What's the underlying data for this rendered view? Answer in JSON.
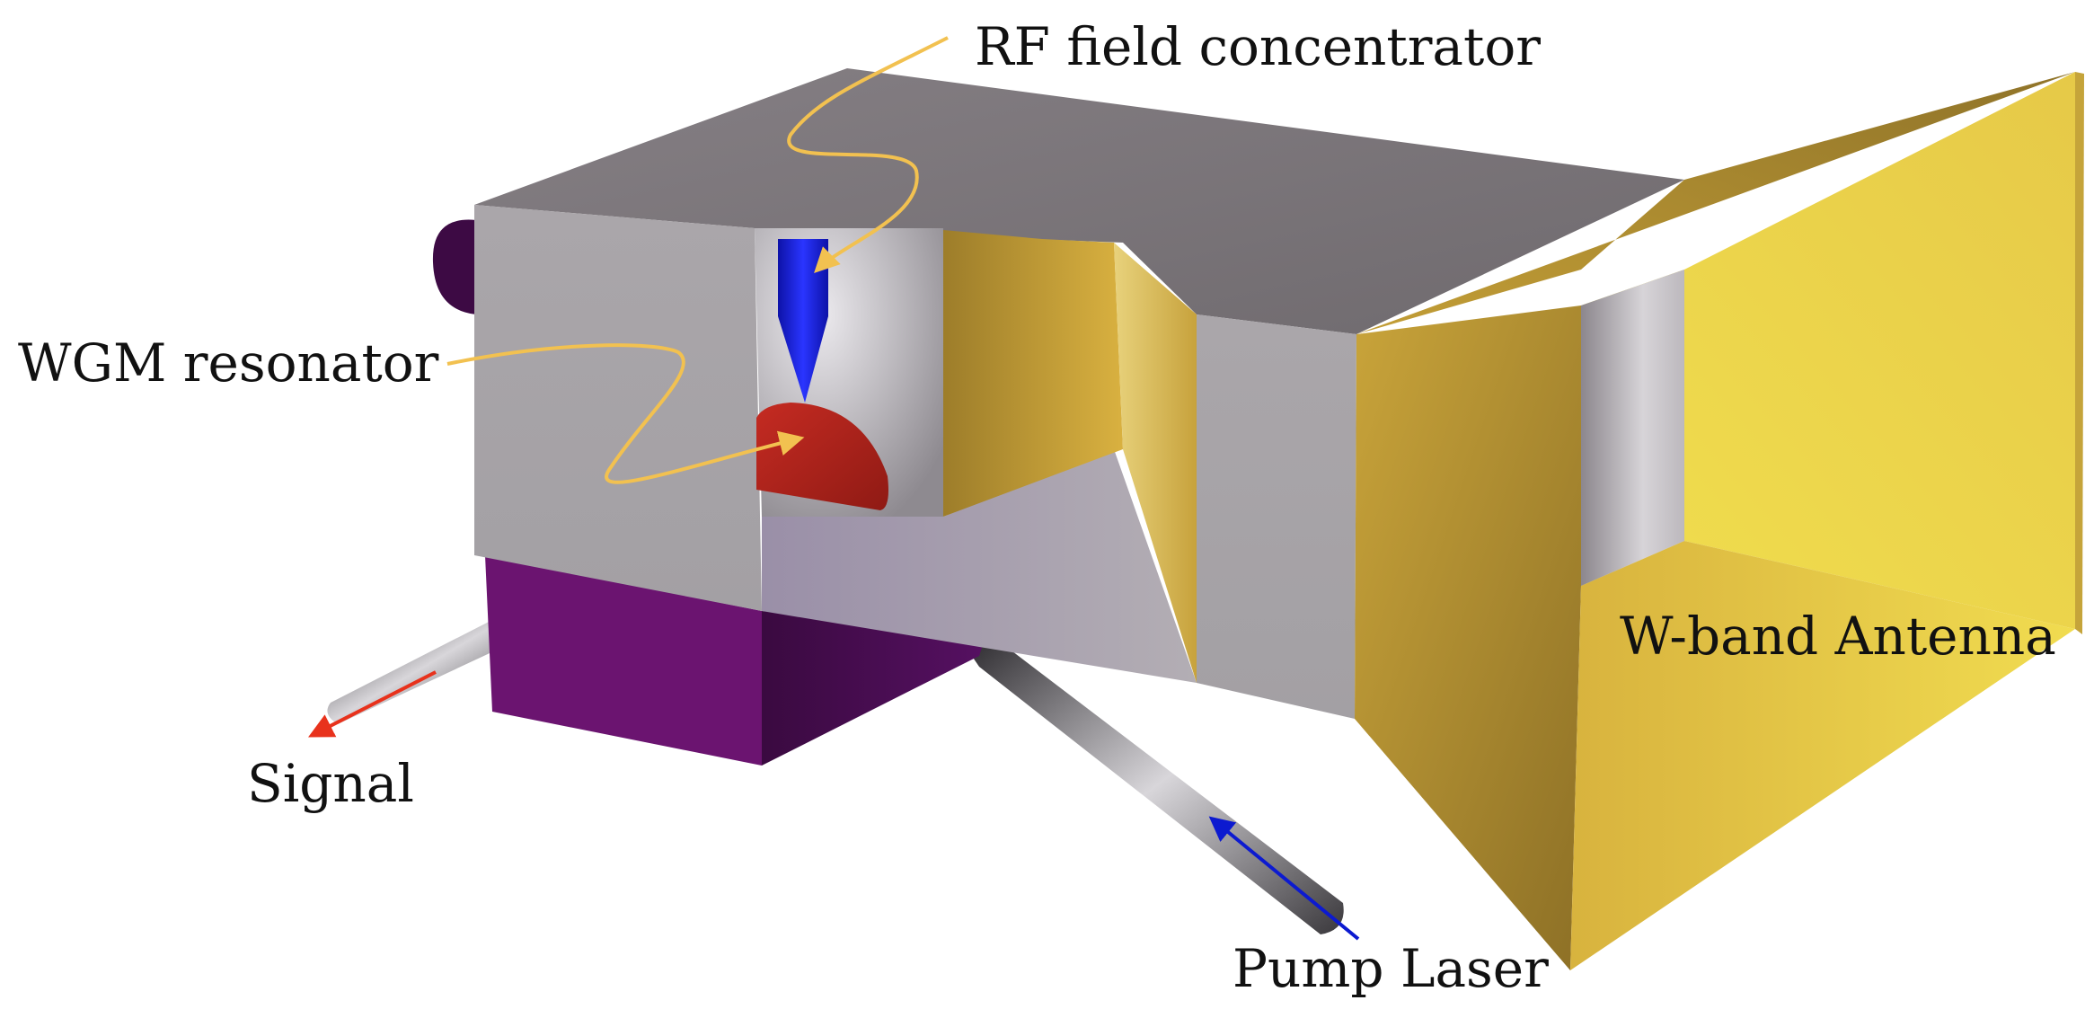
{
  "labels": {
    "rf_concentrator": "RF field concentrator",
    "wgm_resonator": "WGM resonator",
    "signal": "Signal",
    "pump_laser": "Pump Laser",
    "antenna": "W-band Antenna"
  },
  "colors": {
    "housing_top": "#7d787c",
    "housing_front": "#a9a5a9",
    "cavity_inner": "#c9c6ca",
    "base_purple": "#6b1470",
    "base_purple_dark": "#3d0a44",
    "gold": "#d8b23a",
    "gold_light": "#f0dd50",
    "gold_dark": "#8e7226",
    "concentrator_blue": "#1b22d8",
    "resonator_red": "#b3241c",
    "callout_line": "#f2c150",
    "signal_arrow": "#e8321c",
    "pump_arrow": "#0c1ad0"
  }
}
